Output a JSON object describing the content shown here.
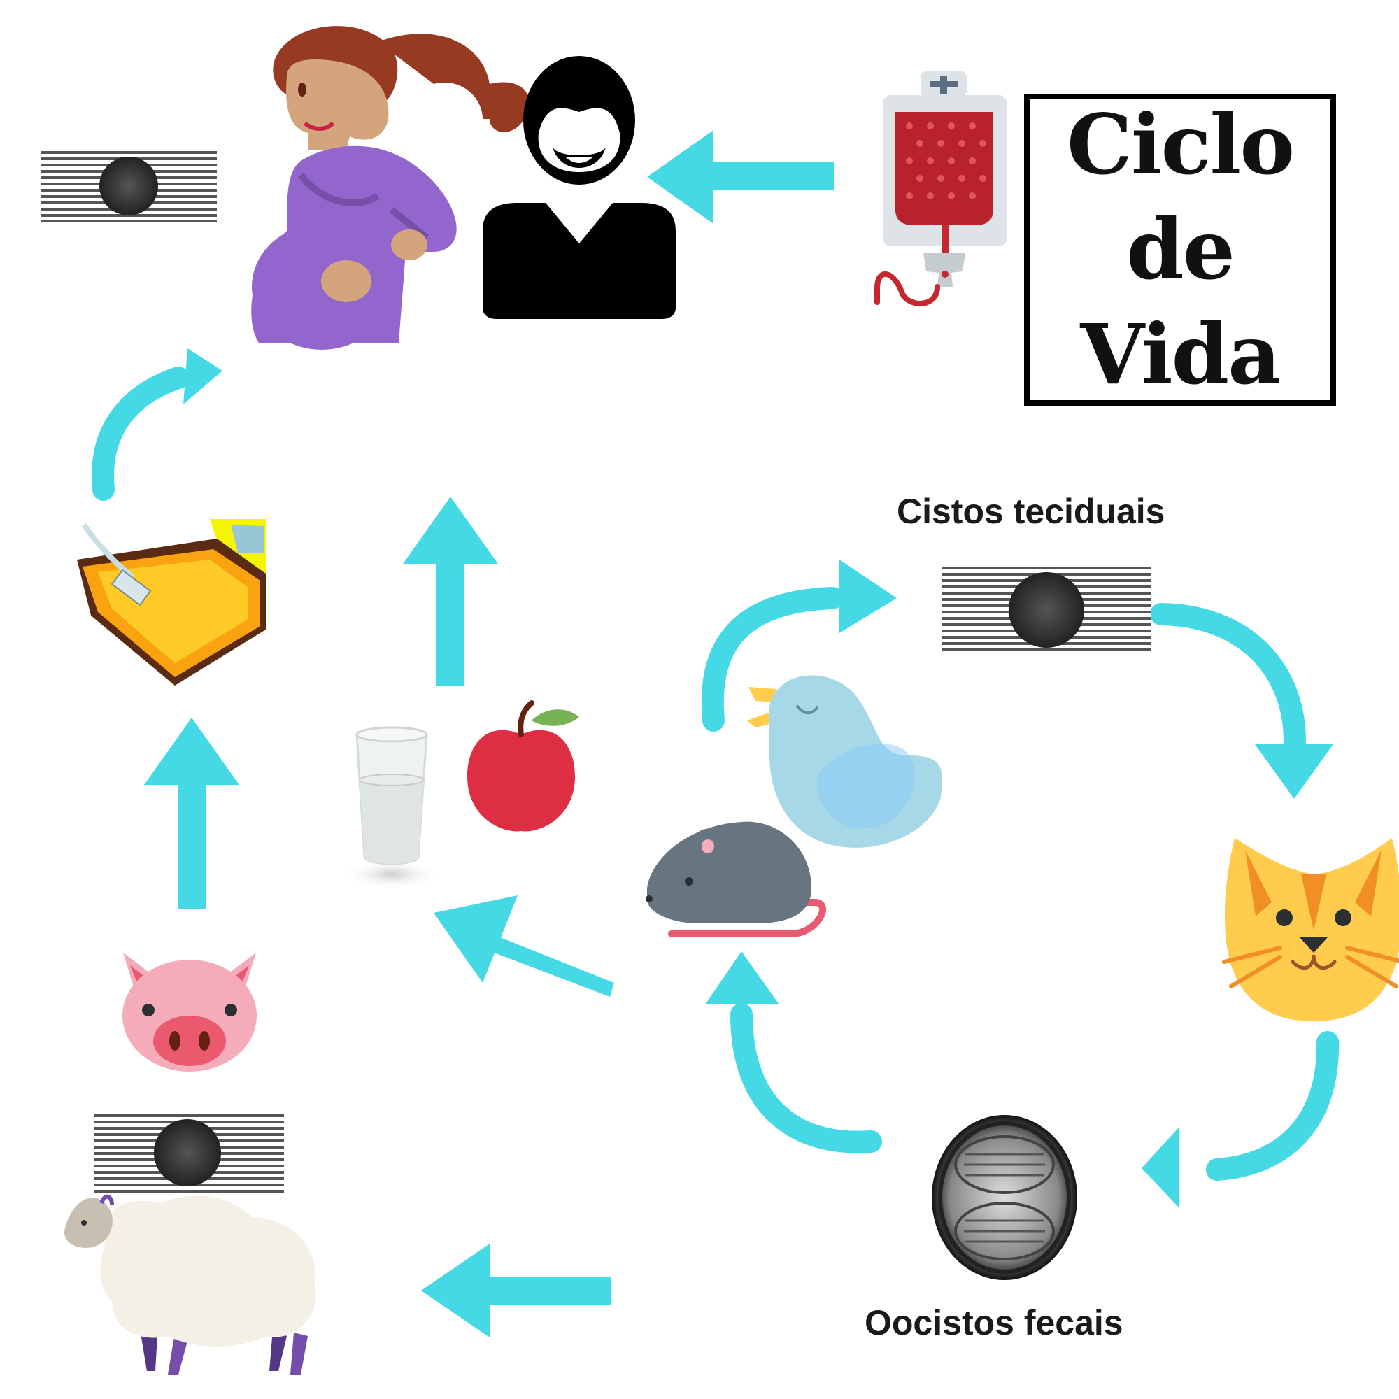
{
  "title": {
    "line1": "Ciclo",
    "line2": "de",
    "line3": "Vida"
  },
  "labels": {
    "tissue_cysts": "Cistos teciduais",
    "fecal_oocysts": "Oocistos fecais"
  },
  "colors": {
    "arrow": "#45d9e5",
    "title_border": "#000000"
  },
  "icons": [
    "cyst-icon",
    "pregnant-woman-icon",
    "man-icon",
    "blood-bag-icon",
    "cooking-pan-icon",
    "water-glass-icon",
    "apple-icon",
    "bird-icon",
    "mouse-icon",
    "cat-icon",
    "oocyst-icon",
    "pig-icon",
    "sheep-icon"
  ]
}
